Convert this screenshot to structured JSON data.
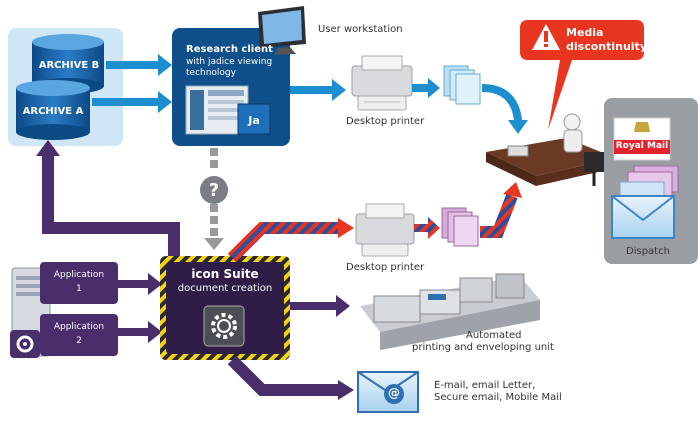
{
  "archive": {
    "b": "ARCHIVE B",
    "a": "ARCHIVE A"
  },
  "research": {
    "title": "Research client",
    "line1": "with jadice viewing",
    "line2": "technology",
    "logo": "Ja"
  },
  "workstation": "User workstation",
  "printer_top": "Desktop printer",
  "printer_bottom": "Desktop printer",
  "callout": {
    "line1": "Media",
    "line2": "discontinuity"
  },
  "royal_mail": "Royal Mail",
  "dispatch": "Dispatch",
  "apps": [
    {
      "line1": "Application",
      "line2": "1"
    },
    {
      "line1": "Application",
      "line2": "2"
    }
  ],
  "suite": {
    "title": "icon Suite",
    "subtitle": "document creation"
  },
  "question_mark": "?",
  "email_symbol": "@",
  "automated": {
    "line1": "Automated",
    "line2": "printing and enveloping unit"
  },
  "email_text": {
    "line1": "E-mail, email Letter,",
    "line2": "Secure email, Mobile Mail"
  },
  "colors": {
    "blue": "#0f4f8a",
    "arrow_blue": "#1d8fd0",
    "purple": "#4a2d6b",
    "red": "#e8351f",
    "grey_panel": "#9a9ea3"
  }
}
